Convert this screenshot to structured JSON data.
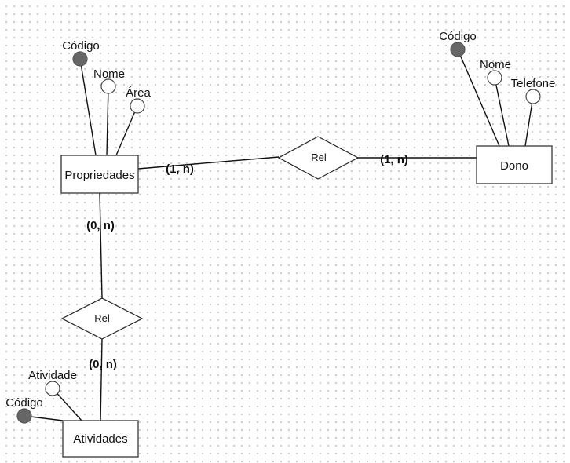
{
  "entities": {
    "propriedades": "Propriedades",
    "dono": "Dono",
    "atividades": "Atividades"
  },
  "relationships": {
    "rel_top": "Rel",
    "rel_left": "Rel"
  },
  "attributes": {
    "propriedades_codigo": "Código",
    "propriedades_nome": "Nome",
    "propriedades_area": "Área",
    "dono_codigo": "Código",
    "dono_nome": "Nome",
    "dono_telefone": "Telefone",
    "atividades_atividade": "Atividade",
    "atividades_codigo": "Código"
  },
  "cardinalities": {
    "propriedades_rel_top": "(1, n)",
    "dono_rel_top": "(1, n)",
    "propriedades_rel_left": "(0, n)",
    "atividades_rel_left": "(0, n)"
  },
  "colors": {
    "key_attribute_fill": "#666666",
    "attribute_fill": "#ffffff",
    "grid_dot": "#c4c4c4"
  }
}
